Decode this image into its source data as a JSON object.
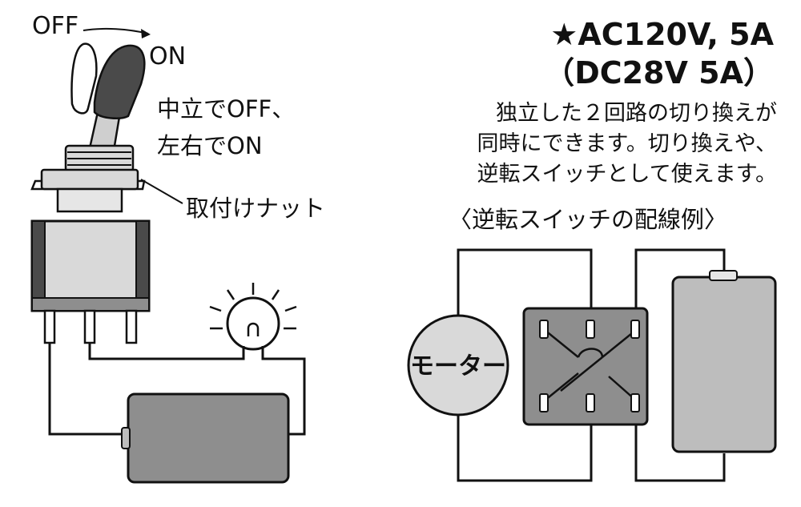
{
  "left": {
    "label_off": "OFF",
    "label_on": "ON",
    "note_line1": "中立でOFF、",
    "note_line2": "左右でON",
    "nut_label": "取付けナット"
  },
  "right": {
    "spec_line1": "★AC120V, 5A",
    "spec_line2": "（DC28V 5A）",
    "desc_line1": "独立した２回路の切り換えが",
    "desc_line2": "同時にできます。切り換えや、",
    "desc_line3": "逆転スイッチとして使えます。",
    "wiring_heading": "〈逆転スイッチの配線例〉",
    "motor_label": "モーター"
  },
  "colors": {
    "line": "#111111",
    "dark_gray": "#4a4a4a",
    "mid_gray": "#8e8e8e",
    "light_gray": "#bdbdbd",
    "pale_gray": "#d9d9d9"
  }
}
